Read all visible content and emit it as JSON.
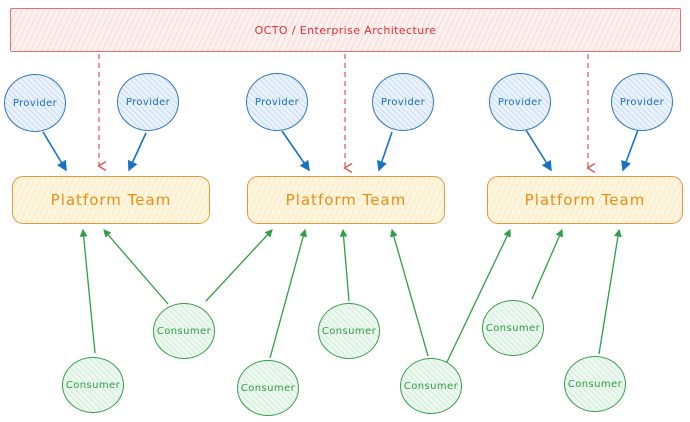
{
  "diagram": {
    "governance_bar": {
      "label": "OCTO / Enterprise Architecture"
    },
    "providers": [
      {
        "label": "Provider"
      },
      {
        "label": "Provider"
      },
      {
        "label": "Provider"
      },
      {
        "label": "Provider"
      },
      {
        "label": "Provider"
      },
      {
        "label": "Provider"
      }
    ],
    "platform_teams": [
      {
        "label": "Platform Team"
      },
      {
        "label": "Platform Team"
      },
      {
        "label": "Platform Team"
      }
    ],
    "consumers": [
      {
        "label": "Consumer"
      },
      {
        "label": "Consumer"
      },
      {
        "label": "Consumer"
      },
      {
        "label": "Consumer"
      },
      {
        "label": "Consumer"
      },
      {
        "label": "Consumer"
      },
      {
        "label": "Consumer"
      }
    ],
    "colors": {
      "governance": "#e03131",
      "provider": "#1971c2",
      "platform": "#f08c00",
      "consumer": "#2f9e44",
      "canvas": "#ffffff"
    },
    "edges": {
      "governance": {
        "style": "dashed",
        "color": "#e03131",
        "list": [
          {
            "from": "governance-bar",
            "to": "platform-team-1"
          },
          {
            "from": "governance-bar",
            "to": "platform-team-2"
          },
          {
            "from": "governance-bar",
            "to": "platform-team-3"
          }
        ]
      },
      "provider": {
        "style": "solid",
        "color": "#1971c2",
        "list": [
          {
            "from": "provider-1",
            "to": "platform-team-1"
          },
          {
            "from": "provider-2",
            "to": "platform-team-1"
          },
          {
            "from": "provider-3",
            "to": "platform-team-2"
          },
          {
            "from": "provider-4",
            "to": "platform-team-2"
          },
          {
            "from": "provider-5",
            "to": "platform-team-3"
          },
          {
            "from": "provider-6",
            "to": "platform-team-3"
          }
        ]
      },
      "consumer": {
        "style": "solid",
        "color": "#2f9e44",
        "list": [
          {
            "from": "consumer-1",
            "to": "platform-team-1"
          },
          {
            "from": "consumer-2",
            "to": "platform-team-1"
          },
          {
            "from": "consumer-2",
            "to": "platform-team-2"
          },
          {
            "from": "consumer-3",
            "to": "platform-team-2"
          },
          {
            "from": "consumer-4",
            "to": "platform-team-2"
          },
          {
            "from": "consumer-5",
            "to": "platform-team-2"
          },
          {
            "from": "consumer-5",
            "to": "platform-team-3"
          },
          {
            "from": "consumer-6",
            "to": "platform-team-3"
          },
          {
            "from": "consumer-7",
            "to": "platform-team-3"
          }
        ]
      }
    }
  }
}
